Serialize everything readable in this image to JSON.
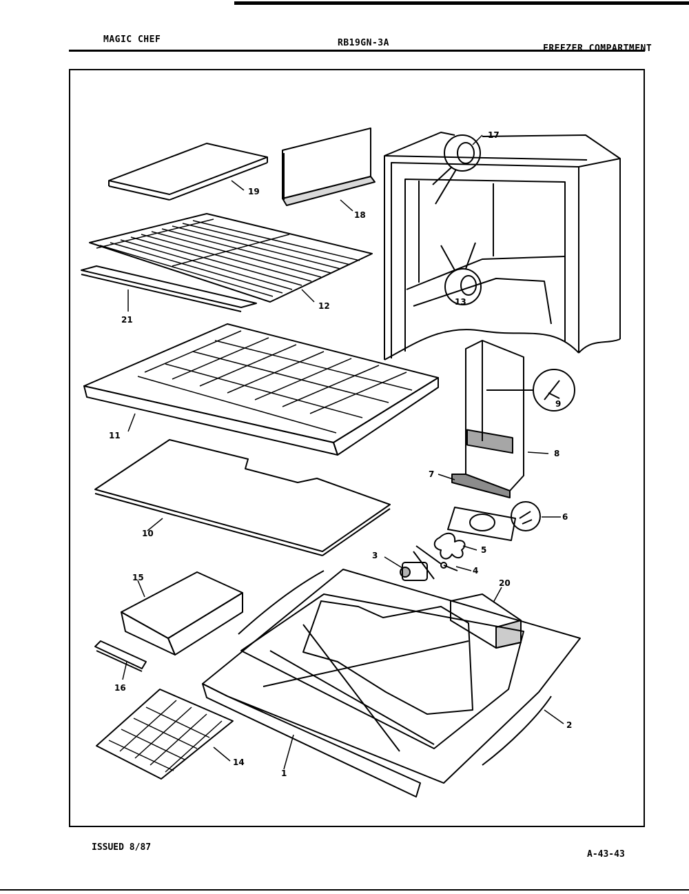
{
  "header": {
    "brand": "MAGIC CHEF",
    "model": "RB19GN-3A",
    "section": "FREEZER COMPARTMENT"
  },
  "footer": {
    "issued": "ISSUED 8/87",
    "page_code": "A-43-43"
  },
  "callouts": [
    "1",
    "2",
    "3",
    "4",
    "5",
    "6",
    "7",
    "8",
    "9",
    "10",
    "11",
    "12",
    "13",
    "14",
    "15",
    "16",
    "17",
    "18",
    "19",
    "20",
    "21"
  ]
}
